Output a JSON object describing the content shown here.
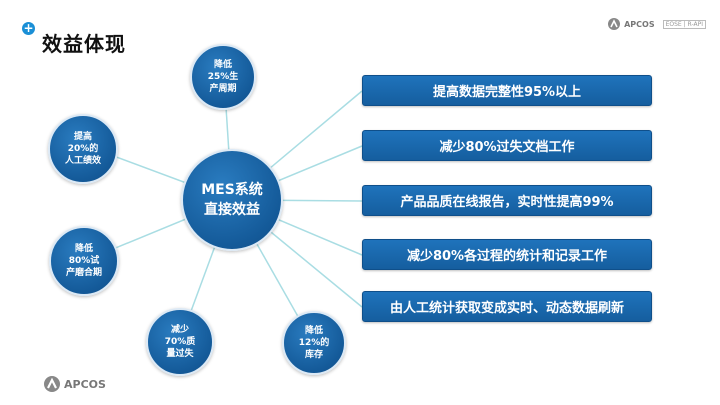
{
  "title": "效益体现",
  "brand": {
    "name": "APCOS",
    "tag": "EOSE | R-API"
  },
  "hub": "MES系统\n直接效益",
  "satellites": [
    "降低\n25%生\n产周期",
    "提高\n20%的\n人工绩效",
    "降低\n80%试\n产磨合期",
    "减少\n70%质\n量过失",
    "降低\n12%的\n库存"
  ],
  "bars": [
    "提高数据完整性95%以上",
    "减少80%过失文档工作",
    "产品品质在线报告，实时性提高99%",
    "减少80%各过程的统计和记录工作",
    "由人工统计获取变成实时、动态数据刷新"
  ],
  "colors": {
    "node": "#145a99",
    "bar": "#1b68ad",
    "connector": "#a9dde3",
    "accent": "#1a8fd6"
  }
}
